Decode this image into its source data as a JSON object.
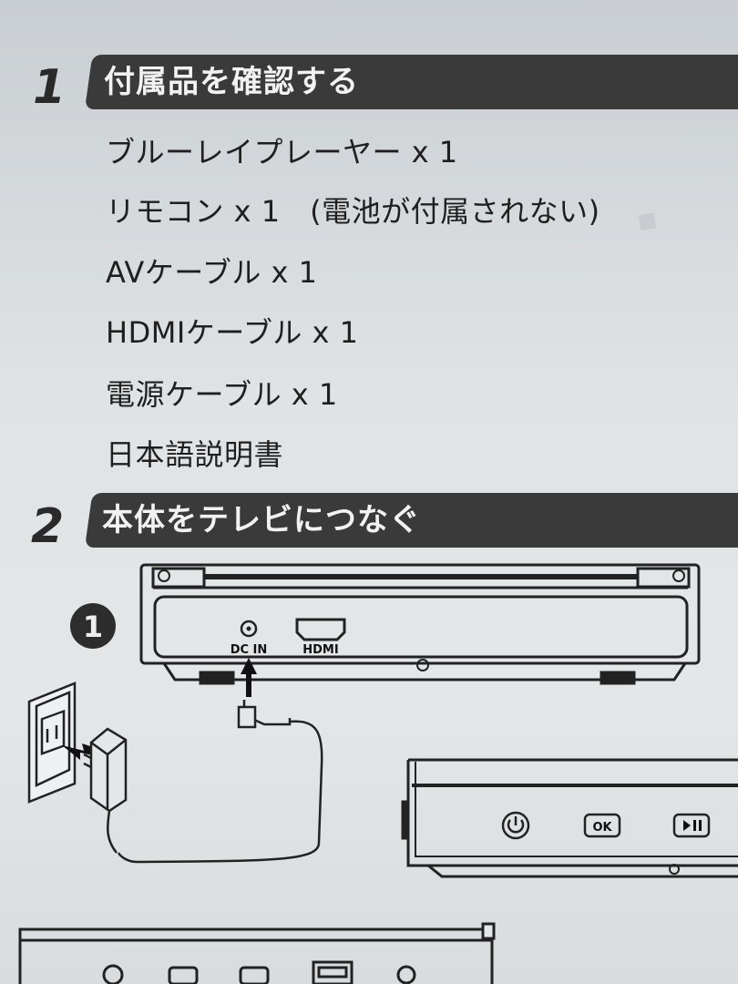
{
  "section1": {
    "number": "1",
    "title": "付属品を確認する",
    "items": [
      "ブルーレイプレーヤー x 1",
      "リモコン x 1　(電池が付属されない)",
      "AVケーブル x 1",
      "HDMIケーブル x 1",
      "電源ケーブル x 1",
      "日本語説明書"
    ]
  },
  "section2": {
    "number": "2",
    "title": "本体をテレビにつなぐ",
    "step_badge": "1",
    "port_labels": {
      "dc_in": "DC IN",
      "hdmi": "HDMI"
    },
    "front_buttons": {
      "ok": "OK"
    }
  },
  "icons": [
    "power-icon",
    "play-pause-icon",
    "usb-port-icon",
    "headphone-jack-icon",
    "wall-outlet-icon",
    "ac-adapter-icon",
    "arrow-up-icon"
  ]
}
